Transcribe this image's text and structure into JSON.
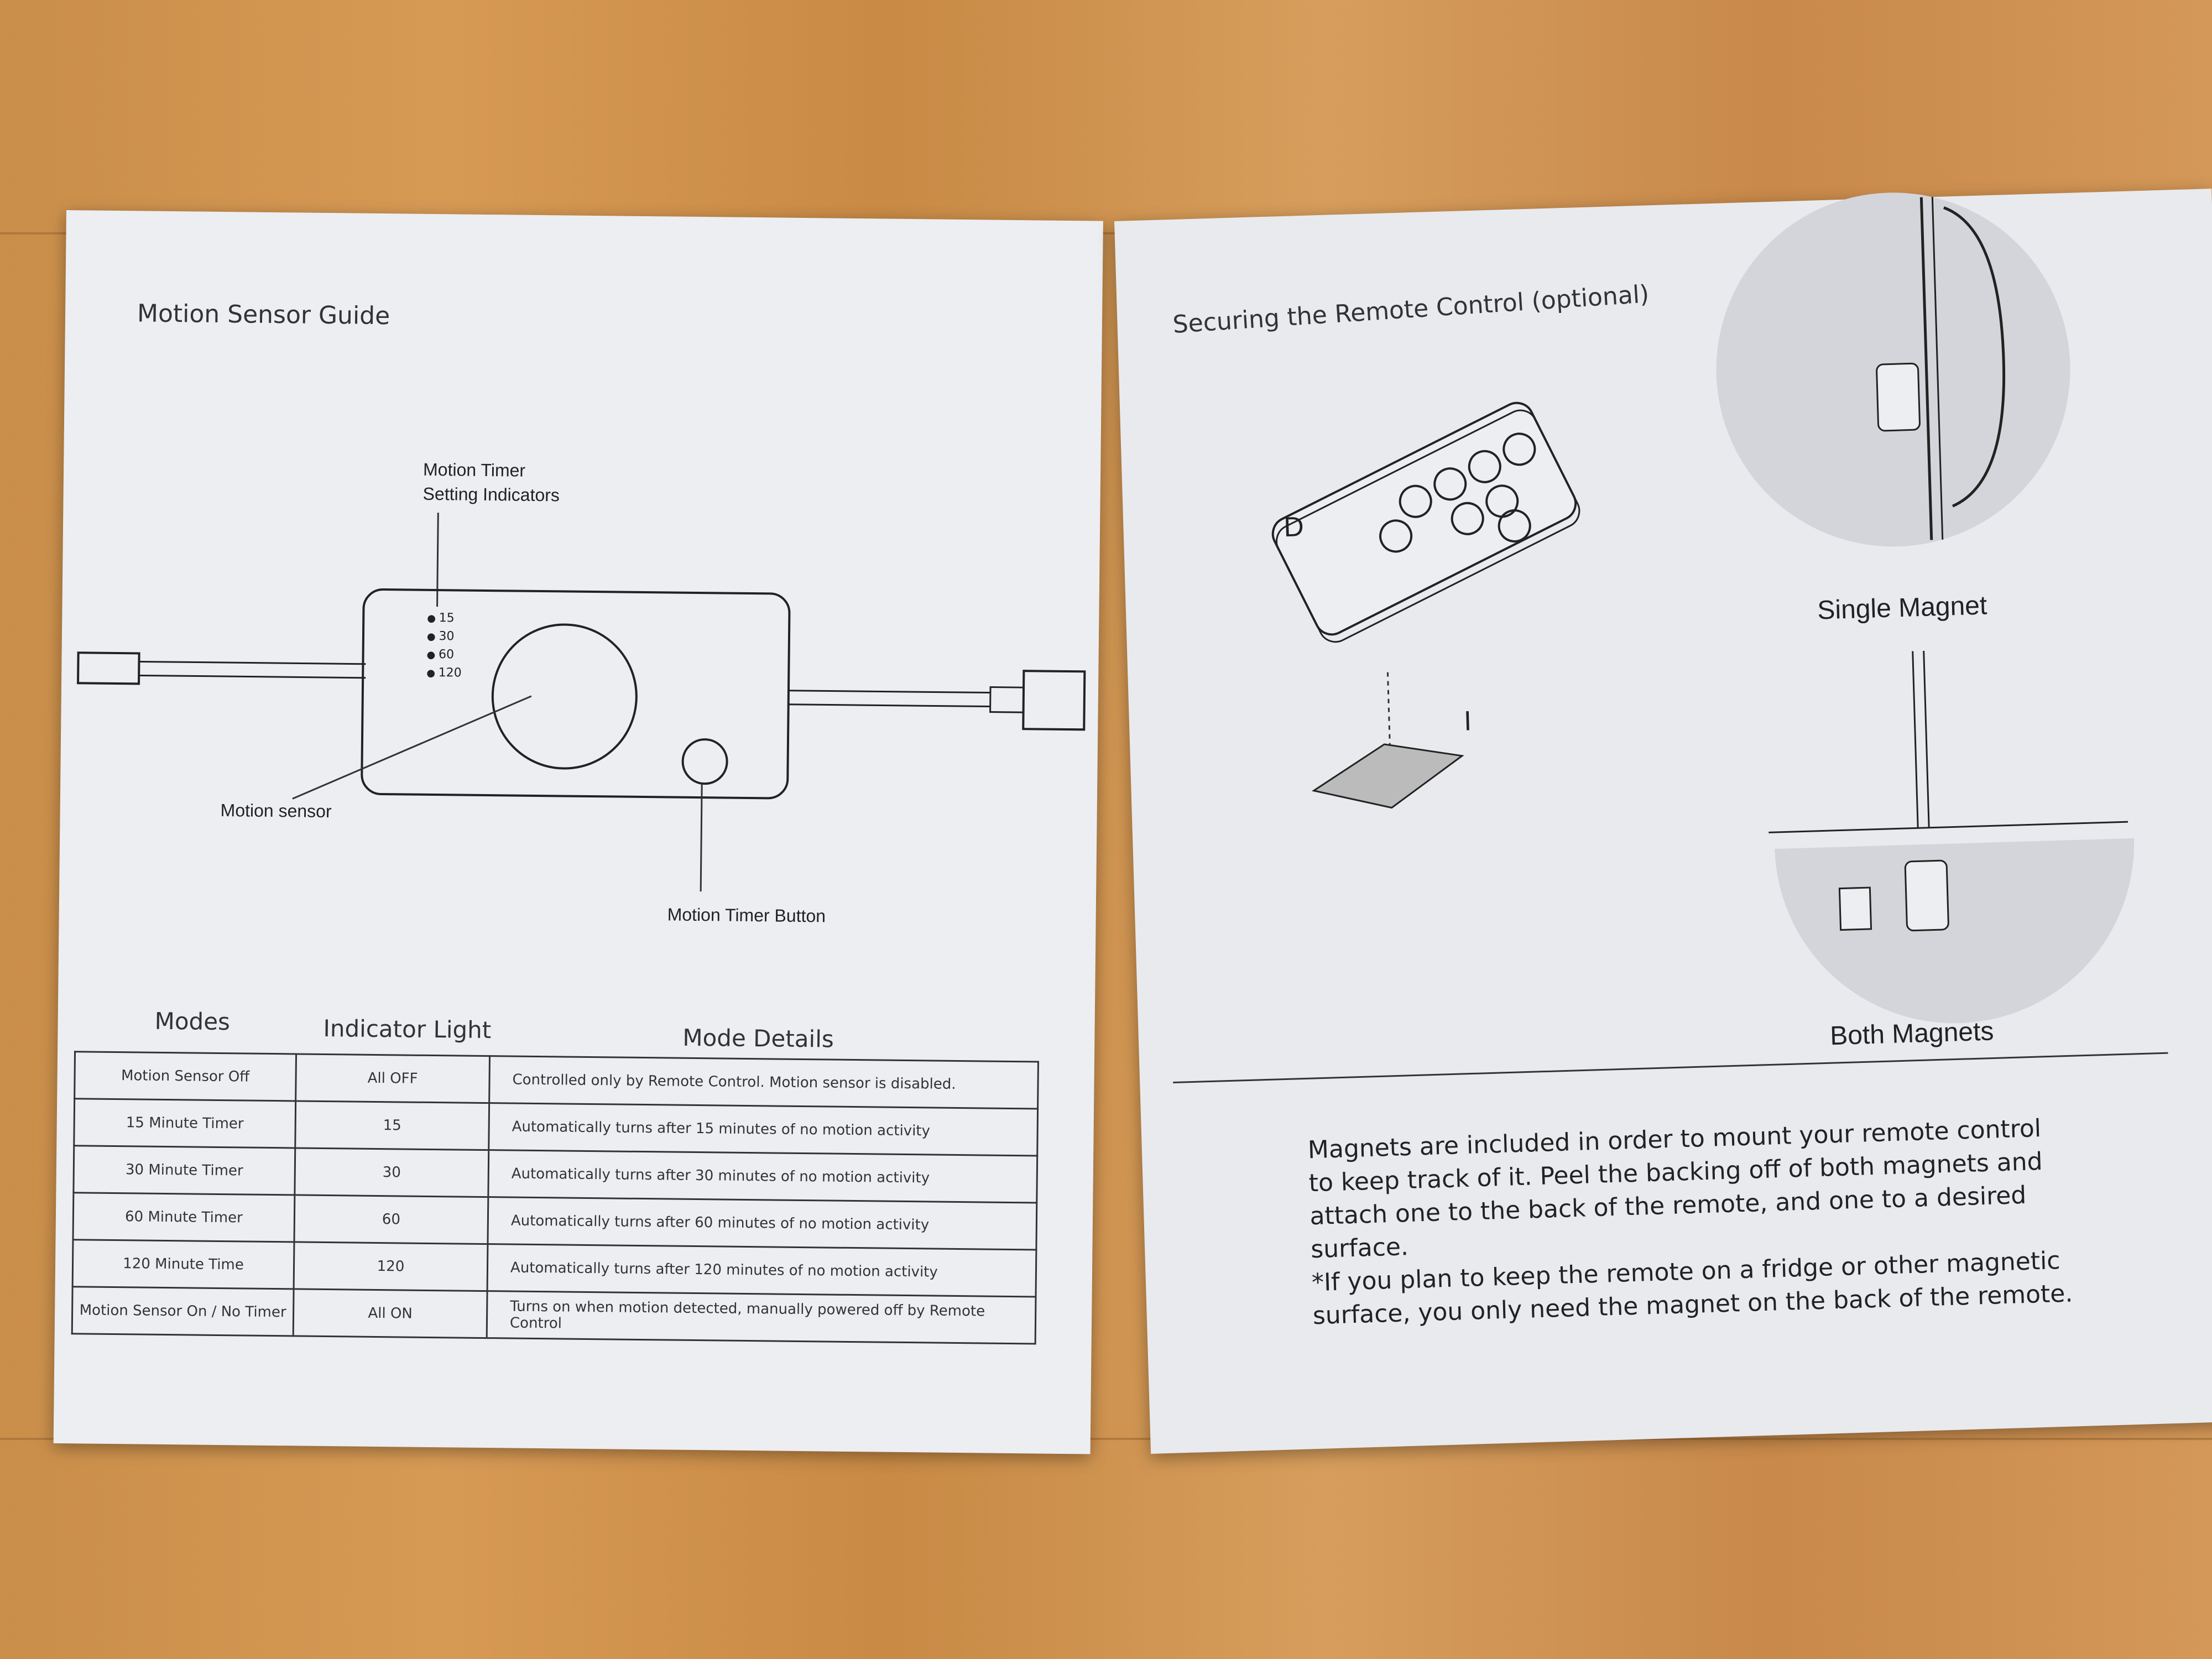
{
  "left_page": {
    "title": "Motion Sensor Guide",
    "labels": {
      "indicators": "Motion Timer\nSetting Indicators",
      "motion_sensor": "Motion sensor",
      "timer_button": "Motion Timer Button"
    },
    "indicator_values": [
      "15",
      "30",
      "60",
      "120"
    ],
    "table": {
      "headers": [
        "Modes",
        "Indicator Light",
        "Mode Details"
      ],
      "rows": [
        [
          "Motion Sensor Off",
          "All OFF",
          "Controlled only by Remote Control. Motion sensor is disabled."
        ],
        [
          "15 Minute Timer",
          "15",
          "Automatically turns after 15 minutes of no motion activity"
        ],
        [
          "30 Minute Timer",
          "30",
          "Automatically turns after 30 minutes of no motion activity"
        ],
        [
          "60 Minute Timer",
          "60",
          "Automatically turns after 60 minutes of no motion activity"
        ],
        [
          "120 Minute Time",
          "120",
          "Automatically turns after 120 minutes of no motion activity"
        ],
        [
          "Motion Sensor On / No Timer",
          "All ON",
          "Turns on when motion detected, manually powered off by Remote Control"
        ]
      ]
    }
  },
  "right_page": {
    "title": "Securing the Remote Control (optional)",
    "labels": {
      "remote": "D",
      "magnet": "I",
      "single_magnet": "Single Magnet",
      "both_magnets": "Both Magnets"
    },
    "paragraph1": "Magnets are included in order to mount your remote control to keep track of it. Peel the backing off of both magnets and attach one to the back of the remote, and one to a desired surface.",
    "paragraph2": "*If you plan to keep the remote on a fridge or other magnetic surface, you only need the magnet on the back of the remote."
  }
}
